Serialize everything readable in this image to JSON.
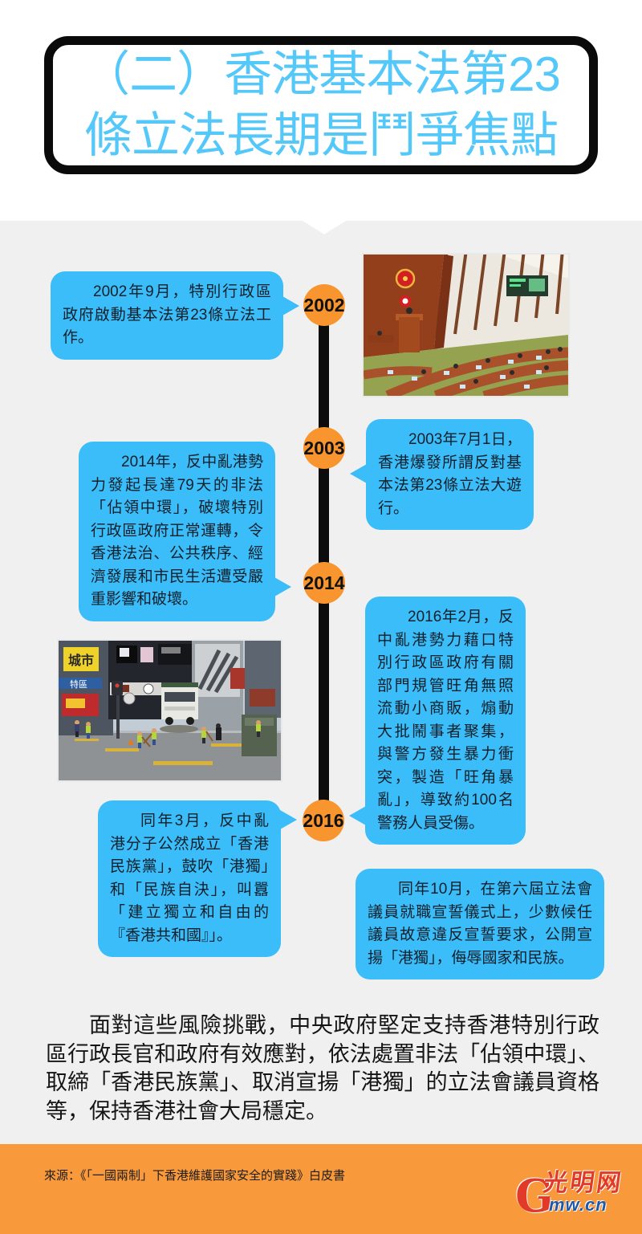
{
  "colors": {
    "title_blue": "#55c8fa",
    "bubble_blue": "#3abdf8",
    "circle_orange": "#f8952e",
    "footer_orange": "#f8993c",
    "timeline_black": "#0c0c0c",
    "page_gray": "#f0f0f0",
    "logo_red": "#e23a28",
    "logo_blue": "#2157a6"
  },
  "title": {
    "line1": "（二）香港基本法第23",
    "line2": "條立法長期是鬥爭焦點"
  },
  "timeline": {
    "years": [
      "2002",
      "2003",
      "2014",
      "2016"
    ]
  },
  "events": [
    {
      "year": "2002",
      "text": "2002年9月，特別行政區政府啟動基本法第23條立法工作。"
    },
    {
      "year": "2003",
      "text": "2003年7月1日，香港爆發所謂反對基本法第23條立法大遊行。"
    },
    {
      "year": "2014",
      "text": "2014年，反中亂港勢力發起長達79天的非法「佔領中環」，破壞特別行政區政府正常運轉，令香港法治、公共秩序、經濟發展和市民生活遭受嚴重影響和破壞。"
    },
    {
      "year": "2016",
      "text": "2016年2月，反中亂港勢力藉口特別行政區政府有關部門規管旺角無照流動小商販，煽動大批鬧事者聚集，與警方發生暴力衝突，製造「旺角暴亂」，導致約100名警務人員受傷。"
    },
    {
      "year": "2016",
      "text": "同年3月，反中亂港分子公然成立「香港民族黨」，鼓吹「港獨」和「民族自決」，叫囂「建立獨立和自由的『香港共和國』」。"
    },
    {
      "year": "2016",
      "text": "同年10月，在第六屆立法會議員就職宣誓儀式上，少數候任議員故意違反宣誓要求，公開宣揚「港獨」，侮辱國家和民族。"
    }
  ],
  "photos": {
    "mongkok_signs": [
      "城市",
      "特區"
    ]
  },
  "conclusion": {
    "text": "面對這些風險挑戰，中央政府堅定支持香港特別行政區行政長官和政府有效應對，依法處置非法「佔領中環」、取締「香港民族黨」、取消宣揚「港獨」的立法會議員資格等，保持香港社會大局穩定。"
  },
  "footer": {
    "source": "來源：《「一國兩制」下香港維護國家安全的實踐》白皮書",
    "logo": {
      "g": "G",
      "name": "光明网",
      "domain": "mw.cn"
    }
  }
}
